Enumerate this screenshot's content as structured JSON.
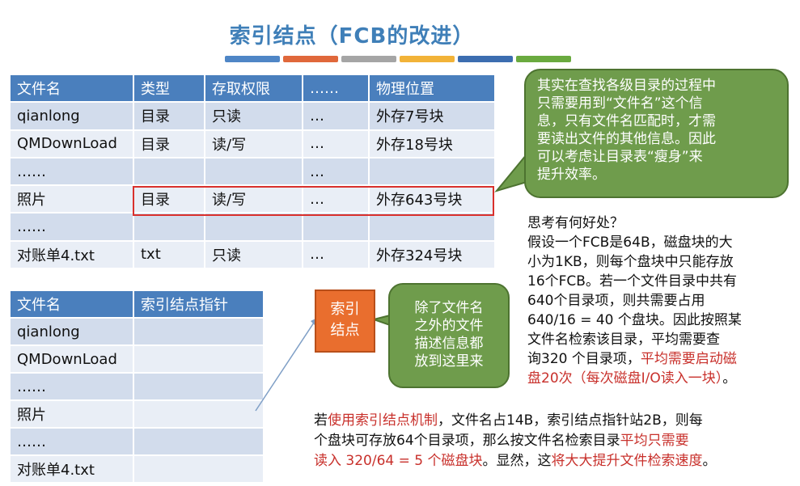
{
  "title": "索引结点（FCB的改进）",
  "bar_colors": [
    "#4f86c6",
    "#e0683b",
    "#a5a5a5",
    "#f2b338",
    "#3c6db0",
    "#6aaa3f"
  ],
  "table1": {
    "headers": [
      "文件名",
      "类型",
      "存取权限",
      "……",
      "物理位置"
    ],
    "rows": [
      [
        "qianlong",
        "目录",
        "只读",
        "…",
        "外存7号块"
      ],
      [
        "QMDownLoad",
        "目录",
        "读/写",
        "…",
        "外存18号块"
      ],
      [
        "……",
        "",
        "",
        "…",
        ""
      ],
      [
        "照片",
        "目录",
        "读/写",
        "…",
        "外存643号块"
      ],
      [
        "……",
        "",
        "",
        "",
        ""
      ],
      [
        "对账单4.txt",
        "txt",
        "只读",
        "…",
        "外存324号块"
      ]
    ]
  },
  "table2": {
    "headers": [
      "文件名",
      "索引结点指针"
    ],
    "rows": [
      [
        "qianlong",
        ""
      ],
      [
        "QMDownLoad",
        ""
      ],
      [
        "……",
        ""
      ],
      [
        "照片",
        ""
      ],
      [
        "……",
        ""
      ],
      [
        "对账单4.txt",
        ""
      ]
    ]
  },
  "bubble_top": [
    "其实在查找各级目录的过程中",
    "只需要用到“文件名”这个信",
    "息，只有文件名匹配时，才需",
    "要读出文件的其他信息。因此",
    "可以考虑让目录表“瘦身”来",
    "提升效率。"
  ],
  "think": {
    "lines": [
      "思考有何好处？",
      "假设一个FCB是64B，磁盘块的大",
      "小为1KB，则每个盘块中只能存放",
      "16个FCB。若一个文件目录中共有",
      "640个目录项，则共需要占用",
      "640/16 = 40 个盘块。因此按照某",
      "文件名检索该目录，平均需要查",
      "询320 个目录项，"
    ],
    "red_tail": "平均需要启动磁",
    "red_line": "盘20次（每次磁盘I/O读入一块）",
    "end": "。"
  },
  "orange_box": [
    "索引",
    "结点"
  ],
  "green_bubble": [
    "除了文件名",
    "之外的文件",
    "描述信息都",
    "放到这里来"
  ],
  "bottom": {
    "p1": "若",
    "r1": "使用索引结点机制",
    "p2": "，文件名占14B，索引结点指针站2B，则每",
    "line2a": "个盘块可存放64个目录项，那么按文件名检索目录",
    "r2": "平均只需要",
    "r3": "读入 320/64 = 5 个磁盘块",
    "p3": "。显然，这",
    "r4": "将大大提升文件检索速度",
    "p4": "。"
  }
}
